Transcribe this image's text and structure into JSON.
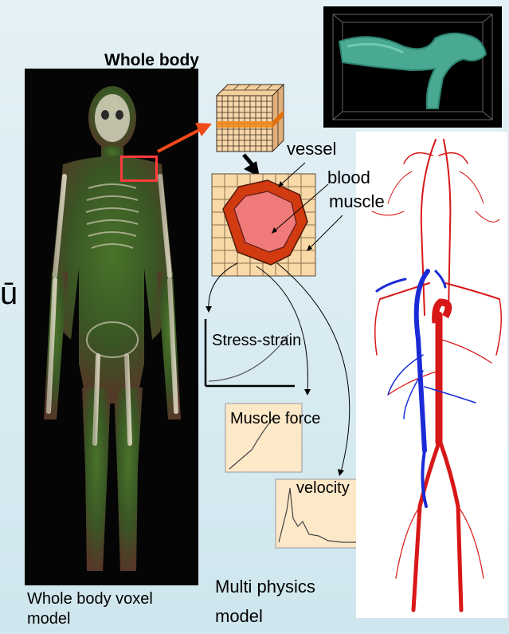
{
  "title": "Whole body",
  "labels": {
    "vessel": "vessel",
    "blood": "blood",
    "muscle": "muscle",
    "stress_strain": "Stress-strain",
    "muscle_force": "Muscle force",
    "velocity": "velocity"
  },
  "captions": {
    "voxel_line1": "Whole body voxel",
    "voxel_line2": "model",
    "multi_line1": "Multi physics",
    "multi_line2": "model"
  },
  "partial_glyph": "ū",
  "colors": {
    "background": "#d6ebf2",
    "vessel_wall": "#d23a10",
    "blood": "#f07a7a",
    "grid_fill": "#f9d9a8",
    "artery": "#d81818",
    "vein": "#1a2bd6",
    "highlight_box": "#ff3b3b"
  }
}
